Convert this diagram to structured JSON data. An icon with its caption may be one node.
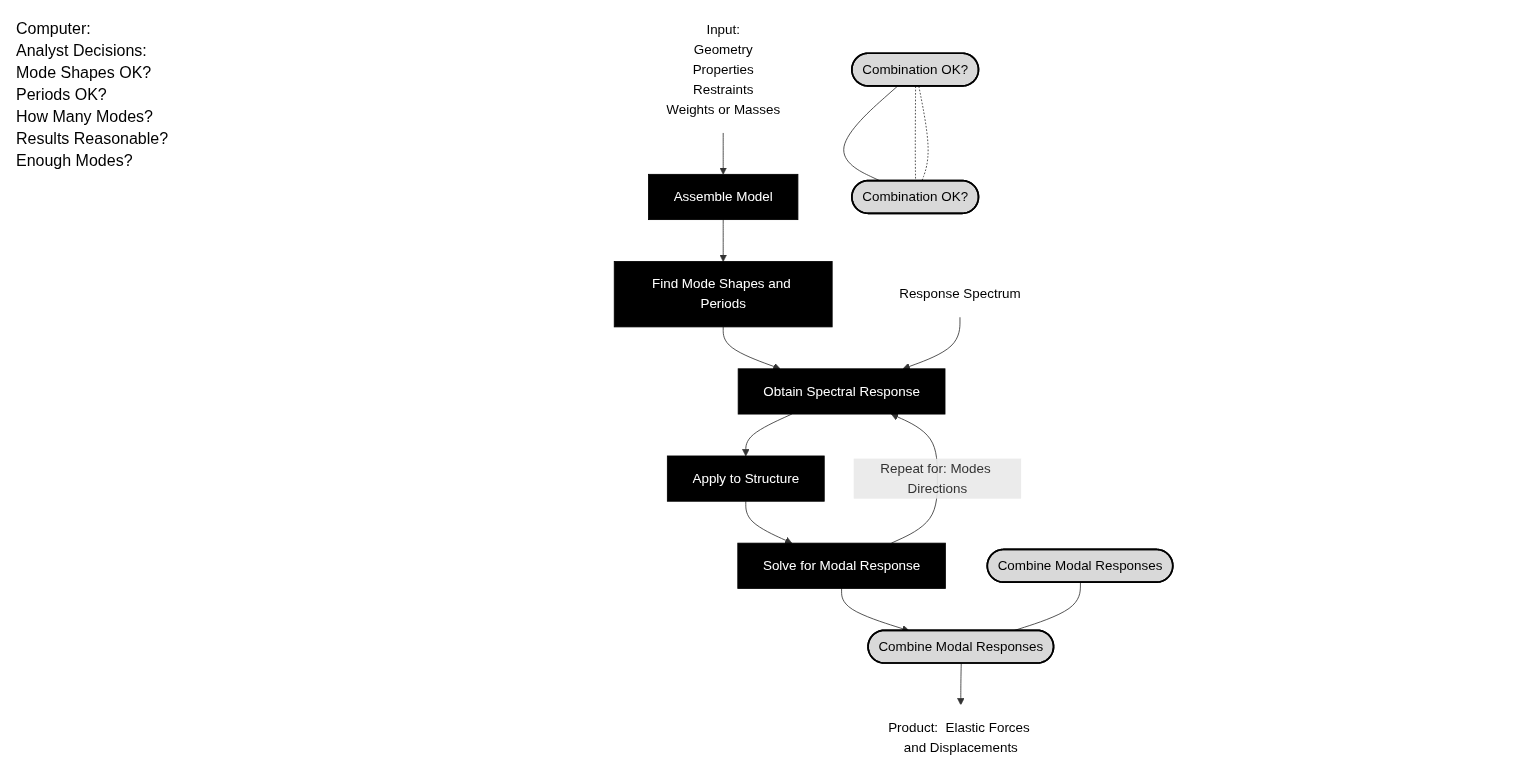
{
  "diagram": {
    "nodes": [
      {
        "text": [
          "Combine Modal Responses"
        ]
      },
      {
        "text": [
          "Combination OK?"
        ]
      },
      {
        "text": [
          "Input:",
          "Geometry",
          "Properties",
          "Restraints",
          "Weights or Masses"
        ]
      },
      {
        "text": [
          "Assemble Model"
        ]
      },
      {
        "text": [
          "Find Mode Shapes and Periods"
        ]
      },
      {
        "text": [
          "Obtain Spectral Response"
        ]
      },
      {
        "text": [
          "Apply to Structure"
        ]
      },
      {
        "text": [
          "Solve for Modal Response"
        ]
      },
      {
        "text": [
          "Combine Modal Responses"
        ]
      },
      {
        "text": [
          "Response Spectrum"
        ]
      },
      {
        "text": [
          "Product:  Elastic Forces and Displacements"
        ]
      },
      {
        "text": [
          "Combination OK?"
        ]
      }
    ],
    "edges": [
      {
        "from": 2,
        "to": 3,
        "arrow": "to"
      },
      {
        "from": 3,
        "to": 4,
        "arrow": "to"
      },
      {
        "from": 4,
        "to": 5,
        "arrow": "to"
      },
      {
        "from": 9,
        "to": 5,
        "arrow": "to"
      },
      {
        "from": 5,
        "to": 6,
        "arrow": "to"
      },
      {
        "from": 6,
        "to": 7,
        "arrow": "to"
      },
      {
        "from": 7,
        "to": 5,
        "arrow": "to",
        "label": "Repeat for: Modes Directions"
      },
      {
        "from": 7,
        "to": 8,
        "arrow": "to"
      },
      {
        "from": 8,
        "to": 10,
        "arrow": "to"
      },
      {
        "from": 0,
        "to": 8,
        "arrow": "none"
      },
      {
        "from": 1,
        "to": 11,
        "arrow": "none"
      },
      {
        "from": 1,
        "to": 11,
        "arrow": "none",
        "style": "dashed"
      },
      {
        "from": 1,
        "to": 11,
        "arrow": "none",
        "style": "dashed"
      }
    ],
    "labels": [
      "Computer:",
      "Analyst Decisions:",
      "Mode Shapes OK?",
      "Periods OK?",
      "How Many Modes?",
      "Results Reasonable?",
      "Enough Modes?"
    ]
  }
}
